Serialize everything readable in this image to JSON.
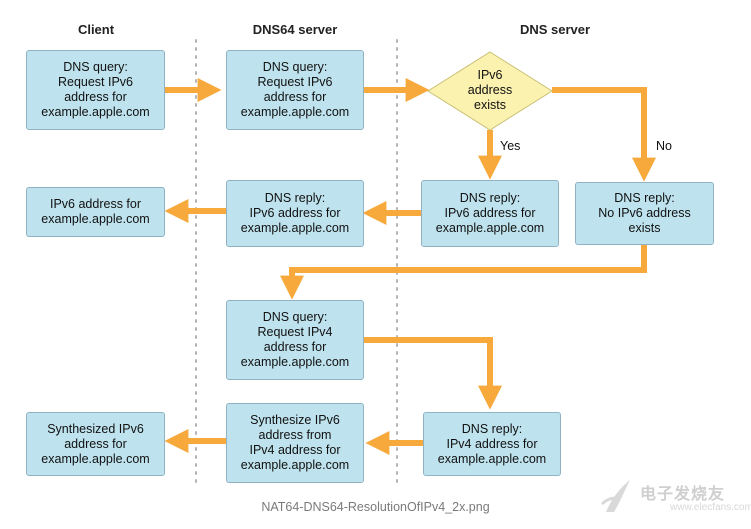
{
  "columns": {
    "client": "Client",
    "dns64": "DNS64 server",
    "dns": "DNS server"
  },
  "nodes": {
    "client_query": "DNS query:\nRequest IPv6\naddress for\nexample.apple.com",
    "dns64_query": "DNS query:\nRequest IPv6\naddress for\nexample.apple.com",
    "decision": "IPv6\naddress\nexists",
    "reply_yes": "DNS reply:\nIPv6 address for\nexample.apple.com",
    "reply_no": "DNS reply:\nNo IPv6 address\nexists",
    "dns64_reply": "DNS reply:\nIPv6 address for\nexample.apple.com",
    "client_result": "IPv6 address for\nexample.apple.com",
    "dns64_query_v4": "DNS query:\nRequest IPv4\naddress for\nexample.apple.com",
    "reply_v4": "DNS reply:\nIPv4 address for\nexample.apple.com",
    "synthesize": "Synthesize IPv6\naddress from\nIPv4 address for\nexample.apple.com",
    "client_synth": "Synthesized IPv6\naddress for\nexample.apple.com"
  },
  "edge_labels": {
    "yes": "Yes",
    "no": "No"
  },
  "caption": "NAT64-DNS64-ResolutionOfIPv4_2x.png",
  "watermark": {
    "name": "电子发烧友",
    "url": "www.elecfans.com"
  },
  "colors": {
    "node_fill": "#bfe3ee",
    "node_border": "#8fb3c2",
    "decision_fill": "#fbf2b0",
    "arrow": "#f7a93b",
    "divider": "#b5b5b5"
  }
}
